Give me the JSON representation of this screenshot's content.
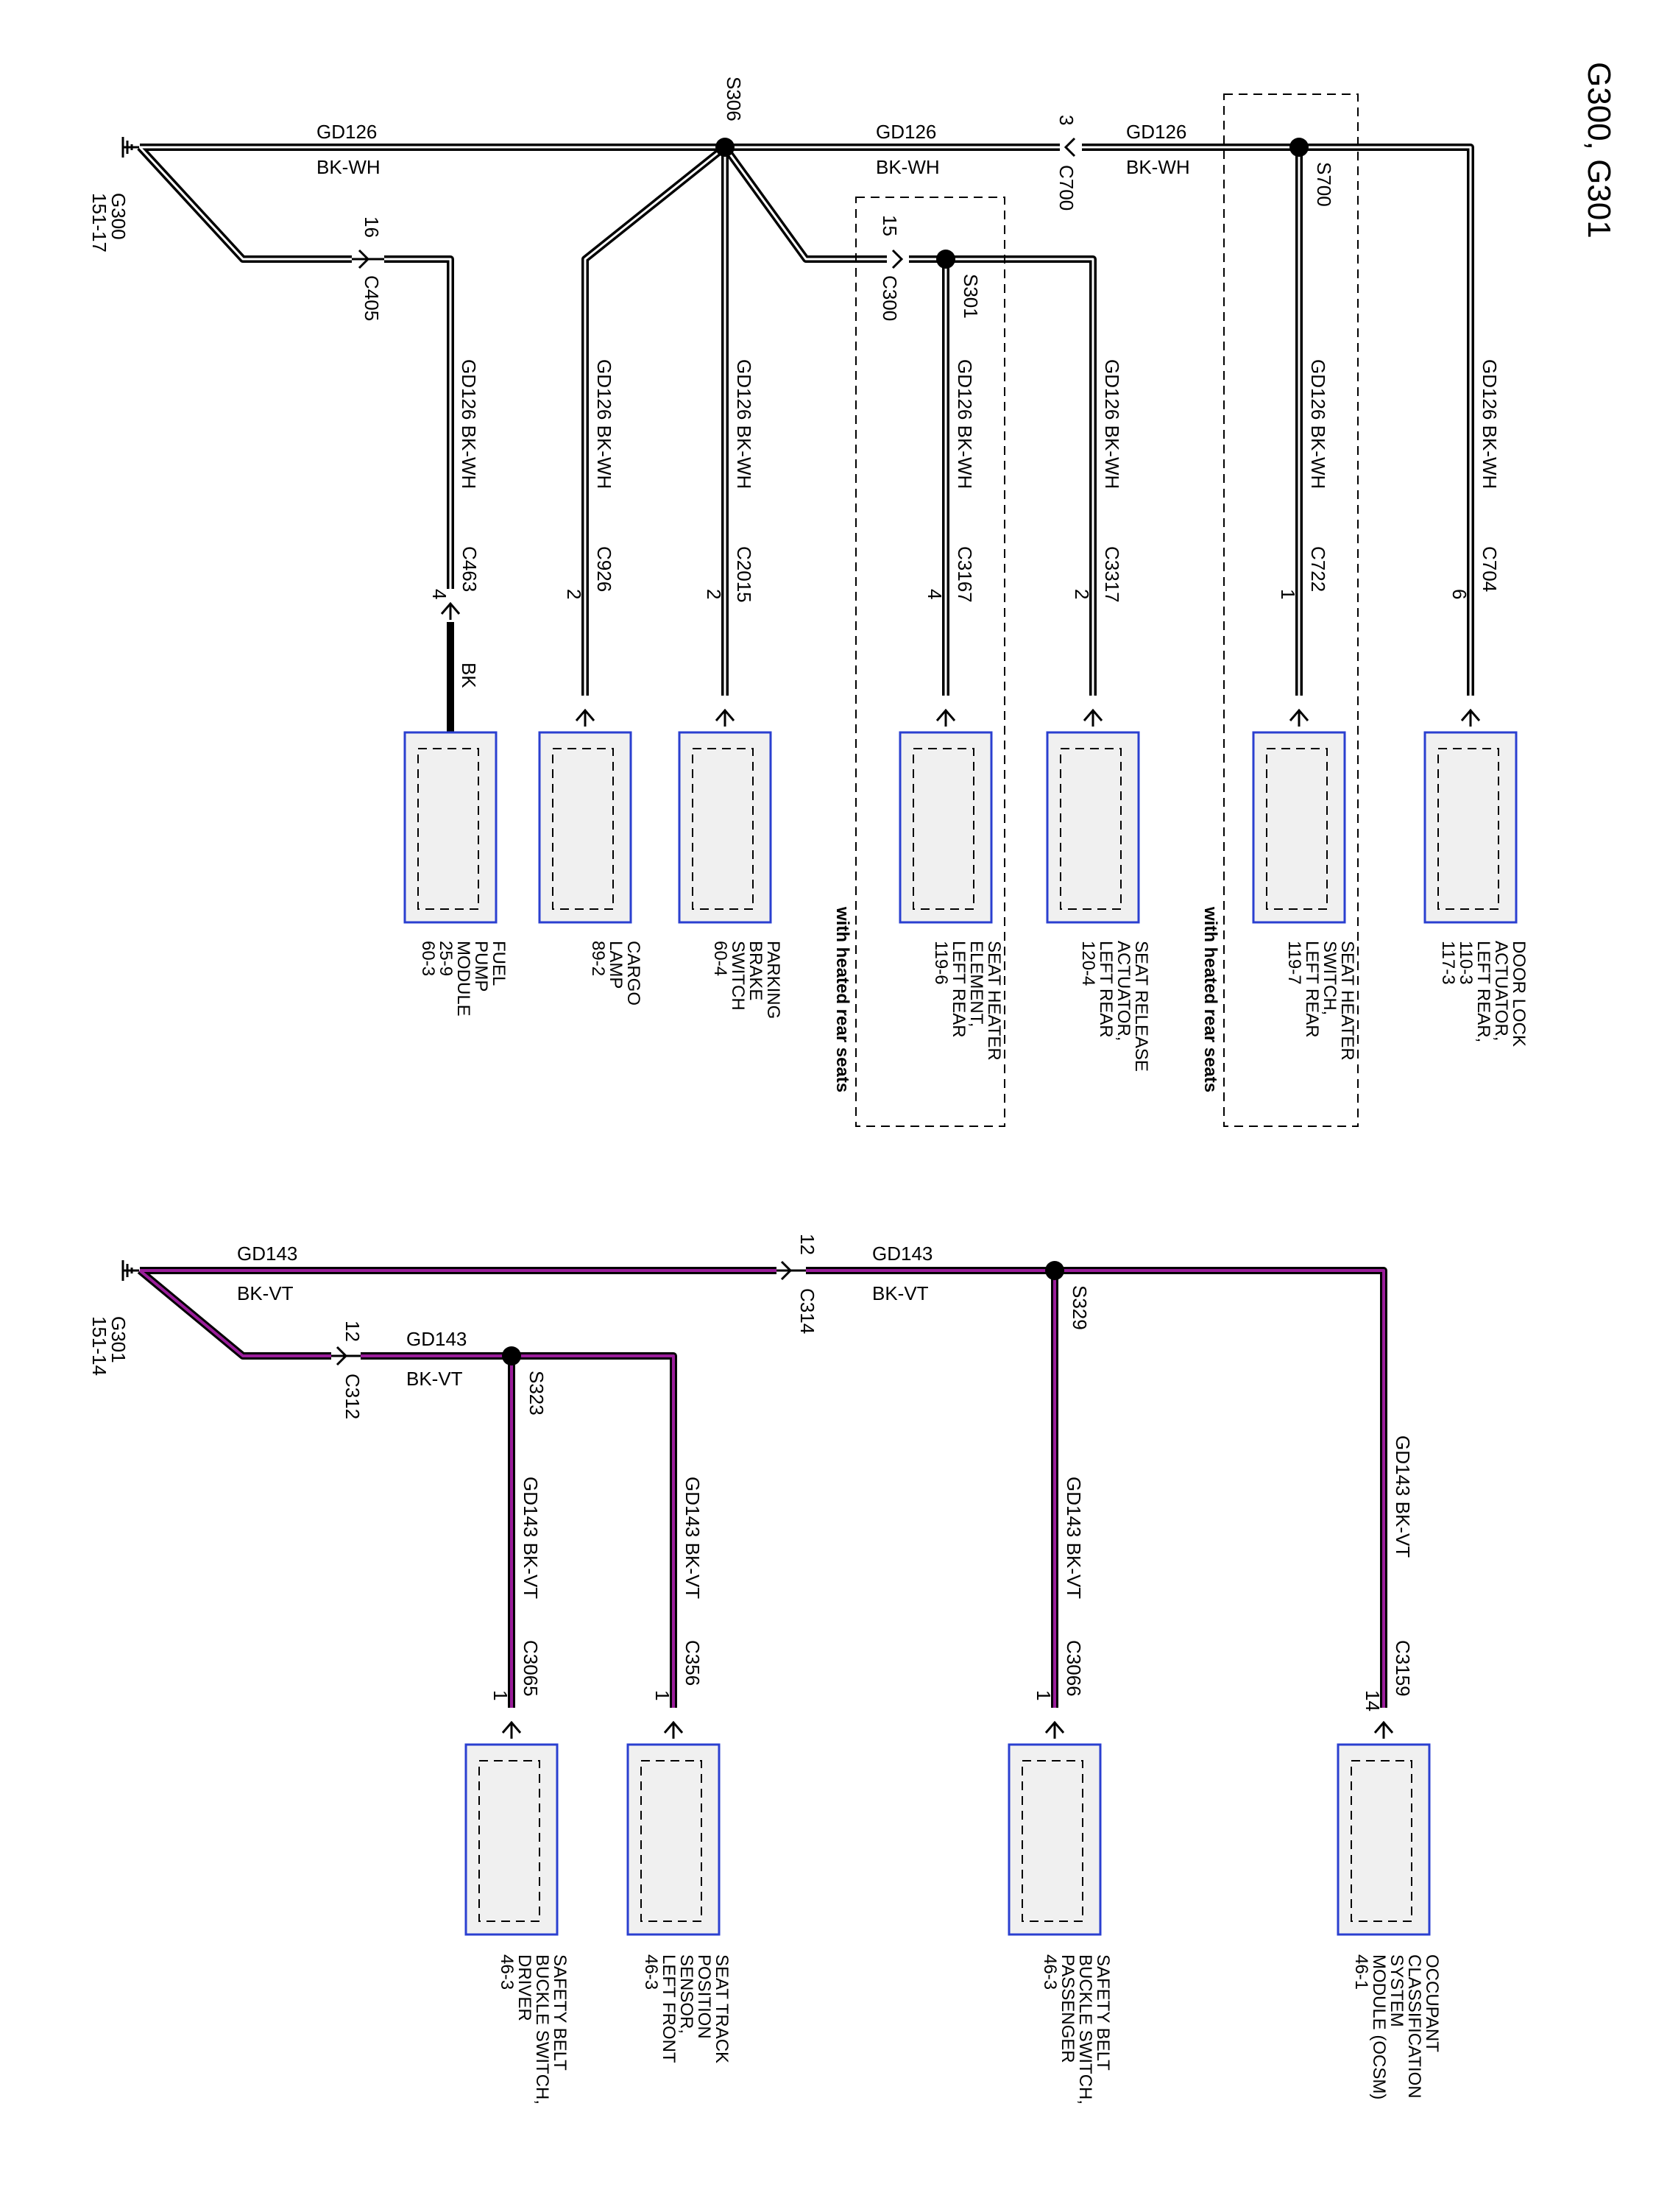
{
  "title": "G300, G301",
  "colors": {
    "wire": "#000000",
    "violet": "#9a1d9a",
    "box_border": "#2a3fd0",
    "box_fill": "#f0f0f0"
  },
  "grounds": [
    {
      "name": "G300",
      "ref": "151-17"
    },
    {
      "name": "G301",
      "ref": "151-14"
    }
  ],
  "circuits": [
    {
      "circuit": "GD126",
      "color": "BK-WH"
    },
    {
      "circuit": "GD143",
      "color": "BK-VT"
    }
  ],
  "splices": [
    "S306",
    "S301",
    "S700",
    "S329",
    "S323"
  ],
  "inline_connectors": [
    {
      "name": "C405",
      "pin": "16"
    },
    {
      "name": "C300",
      "pin": "15"
    },
    {
      "name": "C700",
      "pin": "3"
    },
    {
      "name": "C314",
      "pin": "12"
    },
    {
      "name": "C312",
      "pin": "12"
    }
  ],
  "option_note": "with heated rear seats",
  "top_components": [
    {
      "connector": "C463",
      "pin": "4",
      "wire": "BK",
      "lines": [
        "FUEL",
        "PUMP",
        "MODULE",
        "25-9",
        "60-3"
      ]
    },
    {
      "connector": "C926",
      "pin": "2",
      "wire": "GD126   BK-WH",
      "lines": [
        "CARGO",
        "LAMP",
        "89-2"
      ]
    },
    {
      "connector": "C2015",
      "pin": "2",
      "wire": "GD126   BK-WH",
      "lines": [
        "PARKING",
        "BRAKE",
        "SWITCH",
        "60-4"
      ]
    },
    {
      "connector": "C3167",
      "pin": "4",
      "wire": "GD126   BK-WH",
      "lines": [
        "SEAT HEATER",
        "ELEMENT,",
        "LEFT REAR",
        "119-6"
      ]
    },
    {
      "connector": "C3317",
      "pin": "2",
      "wire": "GD126   BK-WH",
      "lines": [
        "SEAT RELEASE",
        "ACTUATOR,",
        "LEFT REAR",
        "120-4"
      ]
    },
    {
      "connector": "C722",
      "pin": "1",
      "wire": "GD126   BK-WH",
      "lines": [
        "SEAT HEATER",
        "SWITCH,",
        "LEFT REAR",
        "119-7"
      ]
    },
    {
      "connector": "C704",
      "pin": "6",
      "wire": "GD126   BK-WH",
      "lines": [
        "DOOR LOCK",
        "ACTUATOR,",
        "LEFT REAR,",
        "110-3",
        "117-3"
      ]
    }
  ],
  "fuel_pump_feed_wire": "GD126   BK-WH",
  "bottom_components": [
    {
      "connector": "C3065",
      "pin": "1",
      "wire": "GD143   BK-VT",
      "lines": [
        "SAFETY BELT",
        "BUCKLE SWITCH,",
        "DRIVER",
        "46-3"
      ]
    },
    {
      "connector": "C356",
      "pin": "1",
      "wire": "GD143   BK-VT",
      "lines": [
        "SEAT TRACK",
        "POSITION",
        "SENSOR,",
        "LEFT FRONT",
        "46-3"
      ]
    },
    {
      "connector": "C3066",
      "pin": "1",
      "wire": "GD143   BK-VT",
      "lines": [
        "SAFETY BELT",
        "BUCKLE SWITCH,",
        "PASSENGER",
        "46-3"
      ]
    },
    {
      "connector": "C3159",
      "pin": "14",
      "wire": "GD143   BK-VT",
      "lines": [
        "OCCUPANT",
        "CLASSIFICATION",
        "SYSTEM",
        "MODULE (OCSM)",
        "46-1"
      ]
    }
  ]
}
